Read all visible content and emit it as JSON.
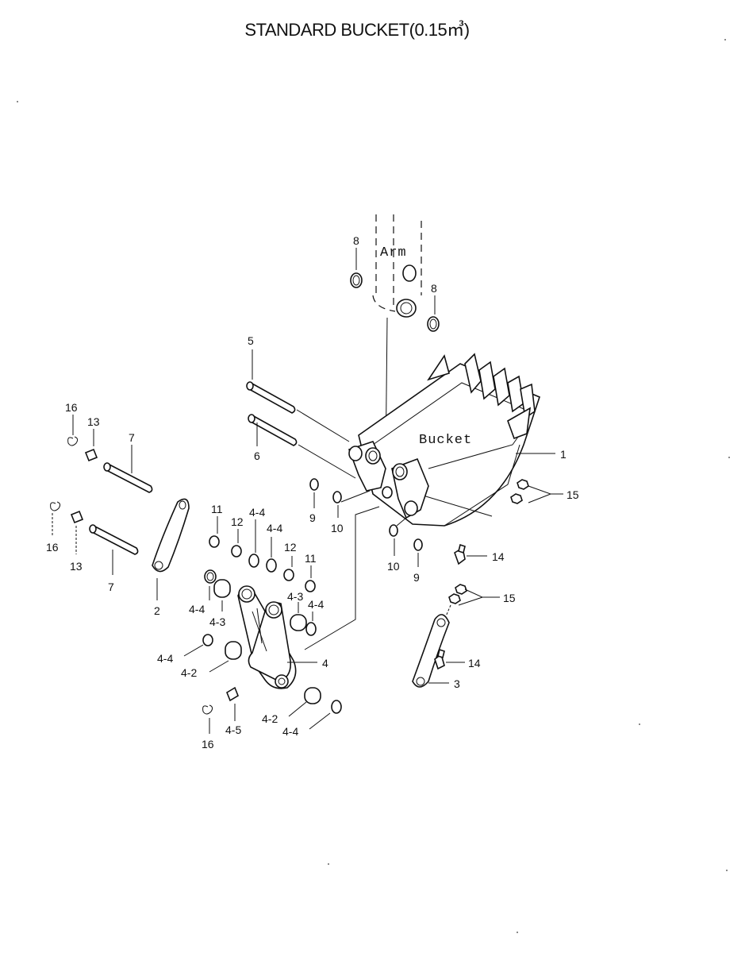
{
  "title": "STANDARD BUCKET(0.15㎥)",
  "diagram_labels": {
    "arm": "Arm",
    "bucket": "Bucket"
  },
  "callouts": [
    {
      "id": "c8a",
      "text": "8"
    },
    {
      "id": "c8b",
      "text": "8"
    },
    {
      "id": "c5",
      "text": "5"
    },
    {
      "id": "c6",
      "text": "6"
    },
    {
      "id": "c1",
      "text": "1"
    },
    {
      "id": "c15a",
      "text": "15"
    },
    {
      "id": "c15b",
      "text": "15"
    },
    {
      "id": "c14a",
      "text": "14"
    },
    {
      "id": "c14b",
      "text": "14"
    },
    {
      "id": "c9a",
      "text": "9"
    },
    {
      "id": "c9b",
      "text": "9"
    },
    {
      "id": "c10a",
      "text": "10"
    },
    {
      "id": "c10b",
      "text": "10"
    },
    {
      "id": "c16a",
      "text": "16"
    },
    {
      "id": "c16b",
      "text": "16"
    },
    {
      "id": "c16c",
      "text": "16"
    },
    {
      "id": "c13a",
      "text": "13"
    },
    {
      "id": "c13b",
      "text": "13"
    },
    {
      "id": "c7a",
      "text": "7"
    },
    {
      "id": "c7b",
      "text": "7"
    },
    {
      "id": "c2",
      "text": "2"
    },
    {
      "id": "c3",
      "text": "3"
    },
    {
      "id": "c4",
      "text": "4"
    },
    {
      "id": "c11a",
      "text": "11"
    },
    {
      "id": "c11b",
      "text": "11"
    },
    {
      "id": "c12a",
      "text": "12"
    },
    {
      "id": "c12b",
      "text": "12"
    },
    {
      "id": "c44a",
      "text": "4-4"
    },
    {
      "id": "c44b",
      "text": "4-4"
    },
    {
      "id": "c44c",
      "text": "4-4"
    },
    {
      "id": "c44d",
      "text": "4-4"
    },
    {
      "id": "c44e",
      "text": "4-4"
    },
    {
      "id": "c44f",
      "text": "4-4"
    },
    {
      "id": "c43a",
      "text": "4-3"
    },
    {
      "id": "c43b",
      "text": "4-3"
    },
    {
      "id": "c42a",
      "text": "4-2"
    },
    {
      "id": "c42b",
      "text": "4-2"
    },
    {
      "id": "c45",
      "text": "4-5"
    }
  ]
}
